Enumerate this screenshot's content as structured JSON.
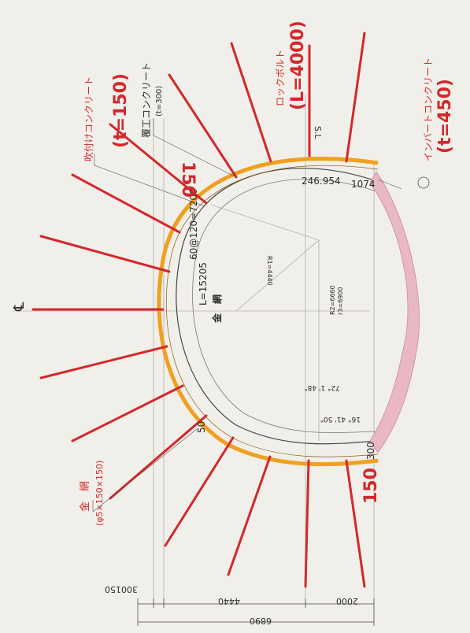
{
  "labels": {
    "rock_bolt": "ロックボルト",
    "rock_bolt_len": "(L=4000)",
    "invert": "インバートコンクリート",
    "invert_t": "(t=450)",
    "shotcrete": "吹付けコンクリート",
    "shotcrete_t": "(t=150)",
    "lining": "覆工コンクリート",
    "lining_t": "(t=300)",
    "mesh": "金　網",
    "mesh_spec": "(φ5×150×150)",
    "sl": "S.L",
    "cl": "℄",
    "mesh_inner": "金　網",
    "l_len": "L=15205",
    "mesh_count": "60@120=7200",
    "dim_150_top": "150",
    "dim_150_bot": "150",
    "dim_300": "300",
    "dim_50": "50",
    "dim_246954": "246.954",
    "dim_1074": "1074",
    "r1": "R1=4440",
    "r2": "R2=6660",
    "r3": "r3=6900",
    "ang1": "72° 1' 48\"",
    "ang2": "16° 41' 50\""
  },
  "dims": {
    "d1": "300",
    "d2": "150",
    "d3": "4440",
    "d4": "2000",
    "total": "6890"
  },
  "colors": {
    "bolt": "#d2282c",
    "shotcrete": "#f0a020",
    "invert": "#e9b8c4",
    "ink": "#2b2b2b"
  }
}
